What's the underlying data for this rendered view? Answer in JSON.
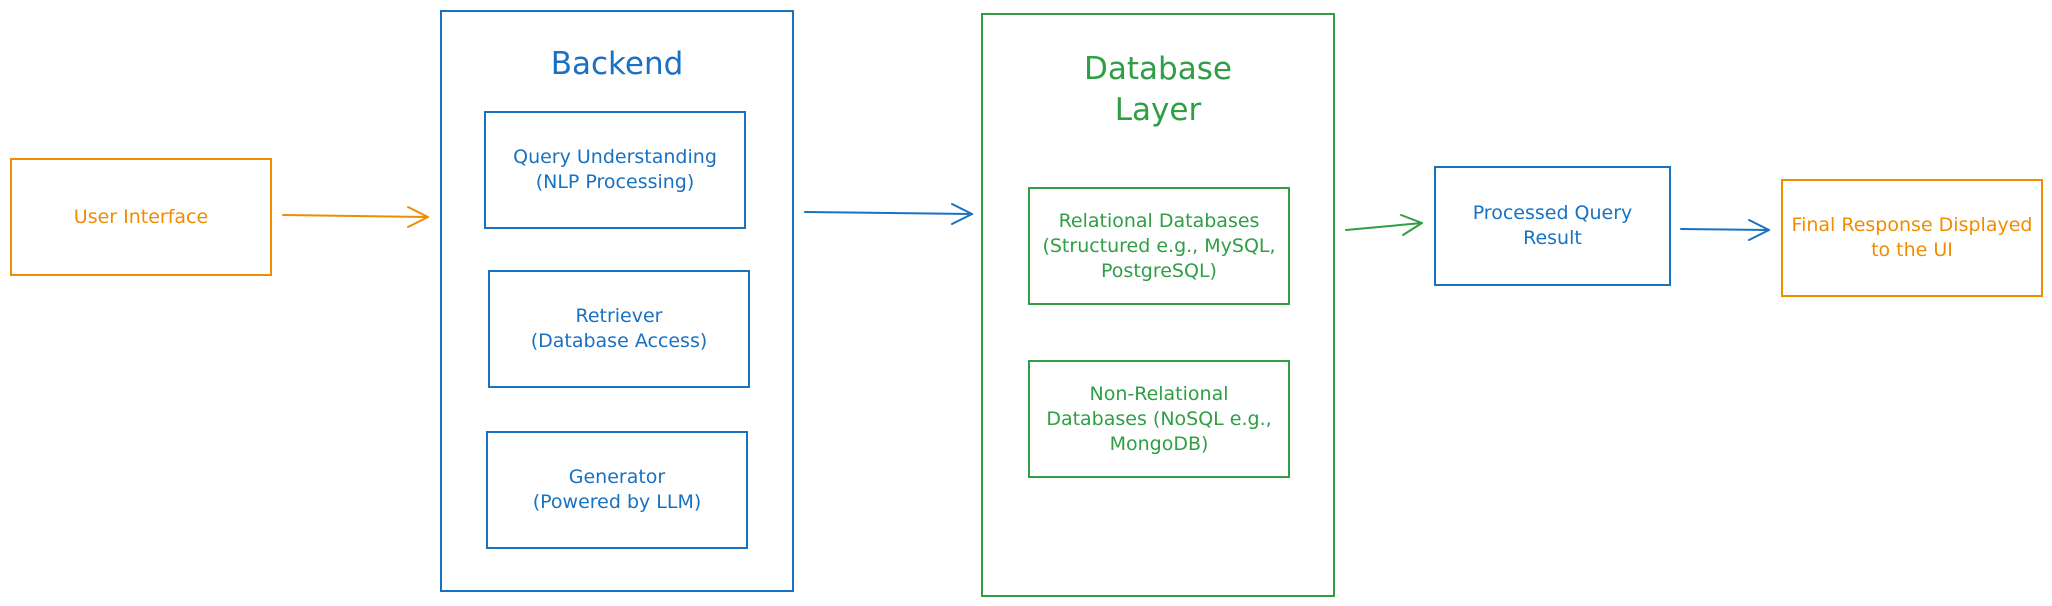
{
  "colors": {
    "orange": "#f08c00",
    "blue": "#1971c2",
    "green": "#2f9e44"
  },
  "user_interface": {
    "label": "User Interface"
  },
  "backend": {
    "title": "Backend",
    "components": [
      {
        "label": "Query Understanding\n(NLP Processing)"
      },
      {
        "label": "Retriever\n(Database Access)"
      },
      {
        "label": "Generator\n(Powered by LLM)"
      }
    ]
  },
  "database_layer": {
    "title": "Database\nLayer",
    "components": [
      {
        "label": "Relational Databases\n(Structured e.g., MySQL,\nPostgreSQL)"
      },
      {
        "label": "Non-Relational\nDatabases (NoSQL e.g.,\nMongoDB)"
      }
    ]
  },
  "processed_result": {
    "label": "Processed Query\nResult"
  },
  "final_response": {
    "label": "Final Response Displayed\nto the UI"
  }
}
